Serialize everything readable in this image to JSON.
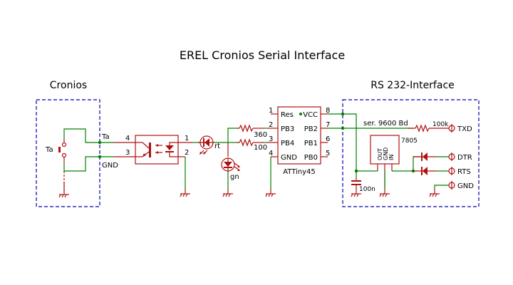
{
  "title": "EREL Cronios Serial Interface",
  "sections": {
    "left": "Cronios",
    "right": "RS 232-Interface"
  },
  "components": {
    "switch": {
      "label": "Ta"
    },
    "left_nets": {
      "ta": "Ta",
      "gnd": "GND"
    },
    "optocoupler": {
      "pins": [
        "1",
        "2",
        "3",
        "4"
      ]
    },
    "led_red": {
      "label": "rt"
    },
    "led_green": {
      "label": "gn"
    },
    "resistors": {
      "r1": "360",
      "r2": "100",
      "r3": "100k"
    },
    "mcu": {
      "name": "ATTiny45",
      "left_pins": [
        {
          "num": "1",
          "name": "Res"
        },
        {
          "num": "2",
          "name": "PB3"
        },
        {
          "num": "3",
          "name": "PB4"
        },
        {
          "num": "4",
          "name": "GND"
        }
      ],
      "right_pins": [
        {
          "num": "8",
          "name": "VCC"
        },
        {
          "num": "7",
          "name": "PB2"
        },
        {
          "num": "6",
          "name": "PB1"
        },
        {
          "num": "5",
          "name": "PB0"
        }
      ]
    },
    "serial_note": "ser. 9600 Bd",
    "regulator": {
      "name": "7805",
      "pins": [
        "OUT",
        "GND",
        "IN"
      ]
    },
    "capacitor": {
      "value": "100n"
    },
    "connectors": [
      "TXD",
      "DTR",
      "RTS",
      "GND"
    ]
  },
  "colors": {
    "wire": "#008000",
    "component": "#b01010",
    "frame": "#0000b0"
  }
}
